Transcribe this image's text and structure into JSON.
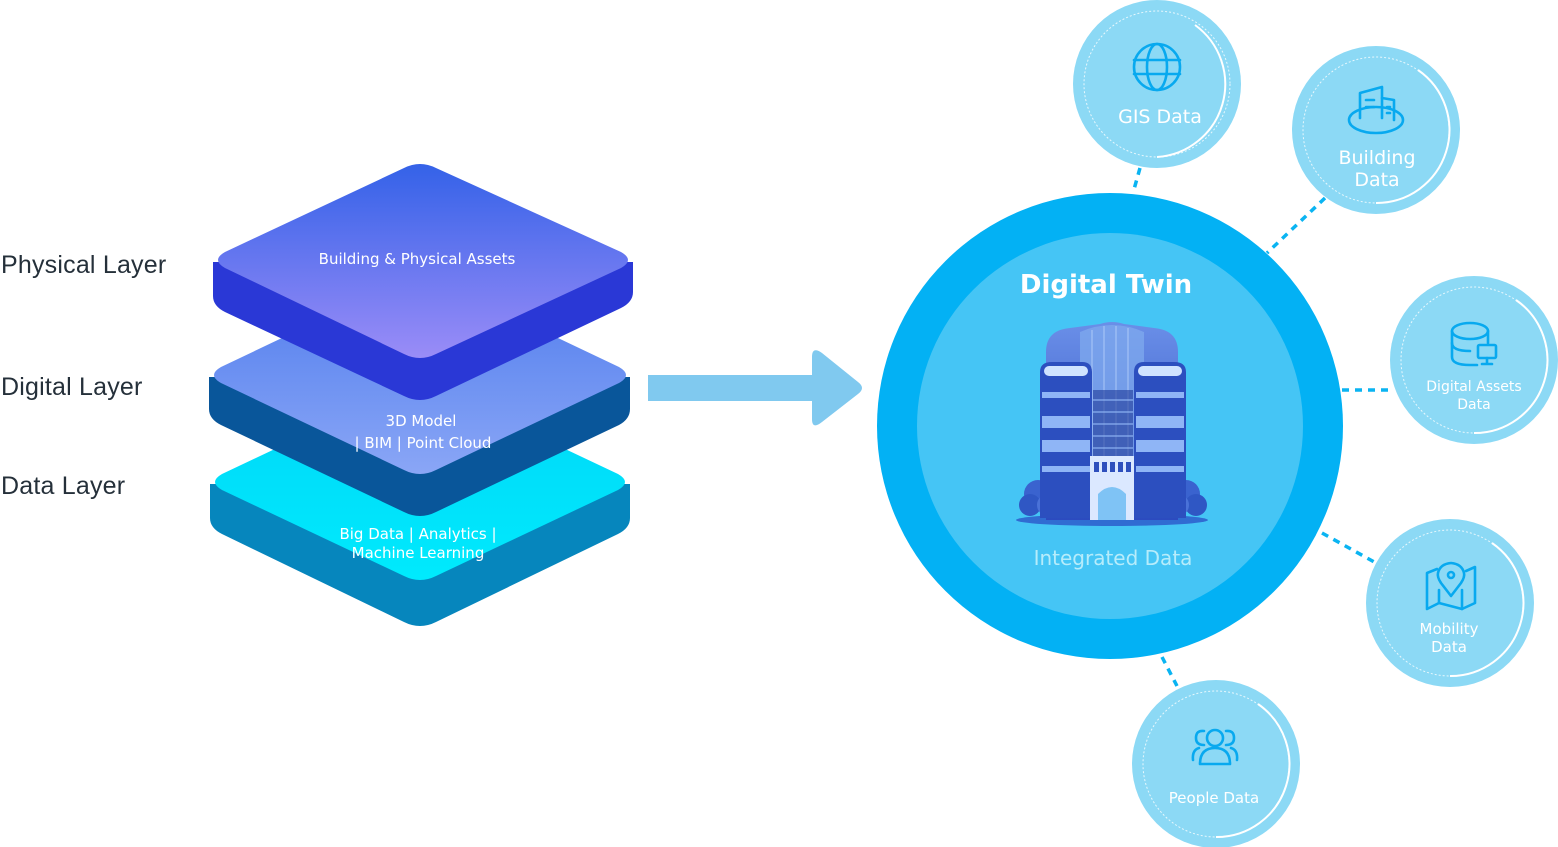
{
  "layers": {
    "labels": {
      "physical": "Physical Layer",
      "digital": "Digital Layer",
      "data": "Data Layer"
    },
    "plates": {
      "physical": {
        "line1": "Building & Physical Assets"
      },
      "digital": {
        "line1": "3D Model",
        "line2": "| BIM | Point Cloud"
      },
      "data": {
        "line1": "Big Data | Analytics |",
        "line2": "Machine Learning"
      }
    }
  },
  "hub": {
    "title": "Digital Twin",
    "subtitle": "Integrated Data"
  },
  "nodes": {
    "gis": {
      "line1": "GIS Data",
      "icon": "globe-icon"
    },
    "building": {
      "line1": "Building",
      "line2": "Data",
      "icon": "buildings-icon"
    },
    "digital_assets": {
      "line1": "Digital Assets",
      "line2": "Data",
      "icon": "database-monitor-icon"
    },
    "mobility": {
      "line1": "Mobility",
      "line2": "Data",
      "icon": "map-pin-icon"
    },
    "people": {
      "line1": "People Data",
      "icon": "people-icon"
    }
  },
  "colors": {
    "physical_top": "#6c78ee",
    "digital_top": "#6a8ff0",
    "data_top": "#00e2fb",
    "hub_outer": "#03b1f4",
    "hub_inner": "#45c5f5",
    "node_fill": "#8cd9f5",
    "arrow": "#80c9ef",
    "icon": "#08a9ef"
  }
}
